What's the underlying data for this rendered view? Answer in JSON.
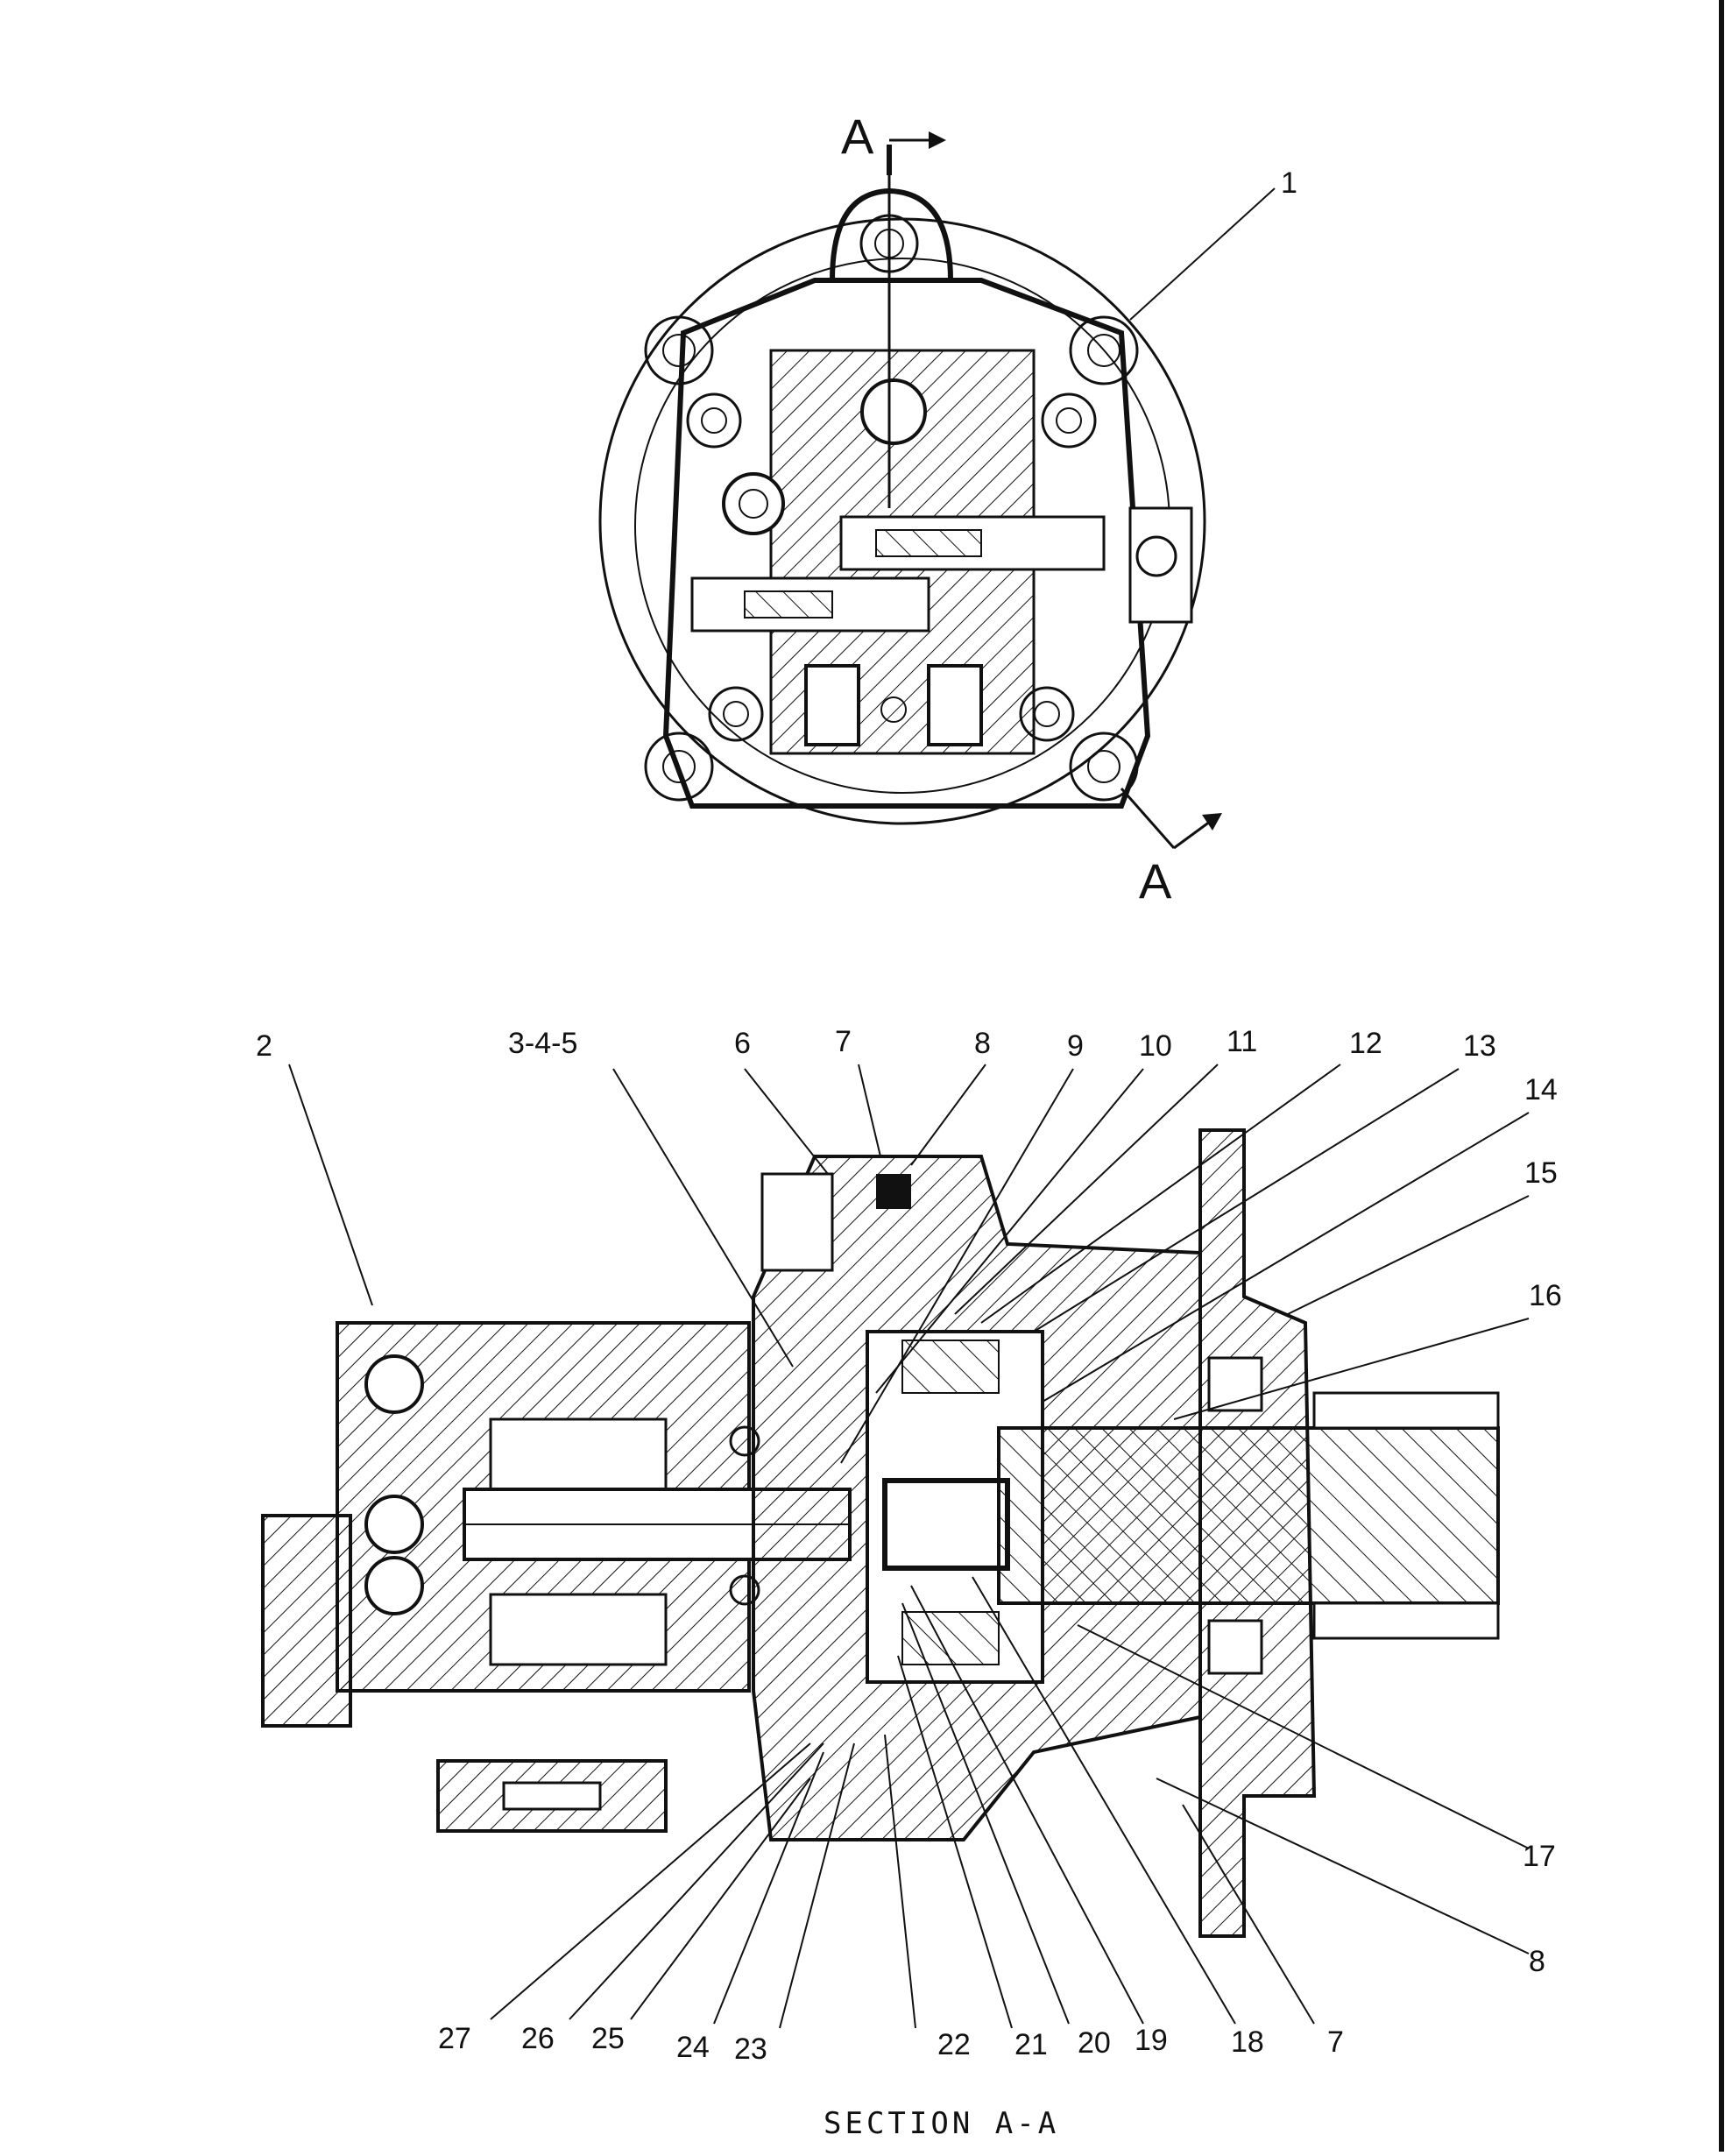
{
  "section_marker_top": "A",
  "section_marker_bottom": "A",
  "caption": "SECTION A-A",
  "callouts": [
    {
      "id": "c1",
      "text": "1"
    },
    {
      "id": "c2",
      "text": "2"
    },
    {
      "id": "c345",
      "text": "3-4-5"
    },
    {
      "id": "c6",
      "text": "6"
    },
    {
      "id": "c7a",
      "text": "7"
    },
    {
      "id": "c8a",
      "text": "8"
    },
    {
      "id": "c9",
      "text": "9"
    },
    {
      "id": "c10",
      "text": "10"
    },
    {
      "id": "c11",
      "text": "11"
    },
    {
      "id": "c12",
      "text": "12"
    },
    {
      "id": "c13",
      "text": "13"
    },
    {
      "id": "c14",
      "text": "14"
    },
    {
      "id": "c15",
      "text": "15"
    },
    {
      "id": "c16",
      "text": "16"
    },
    {
      "id": "c17",
      "text": "17"
    },
    {
      "id": "c8b",
      "text": "8"
    },
    {
      "id": "c7b",
      "text": "7"
    },
    {
      "id": "c18",
      "text": "18"
    },
    {
      "id": "c19",
      "text": "19"
    },
    {
      "id": "c20",
      "text": "20"
    },
    {
      "id": "c21",
      "text": "21"
    },
    {
      "id": "c22",
      "text": "22"
    },
    {
      "id": "c23",
      "text": "23"
    },
    {
      "id": "c24",
      "text": "24"
    },
    {
      "id": "c25",
      "text": "25"
    },
    {
      "id": "c26",
      "text": "26"
    },
    {
      "id": "c27",
      "text": "27"
    }
  ]
}
